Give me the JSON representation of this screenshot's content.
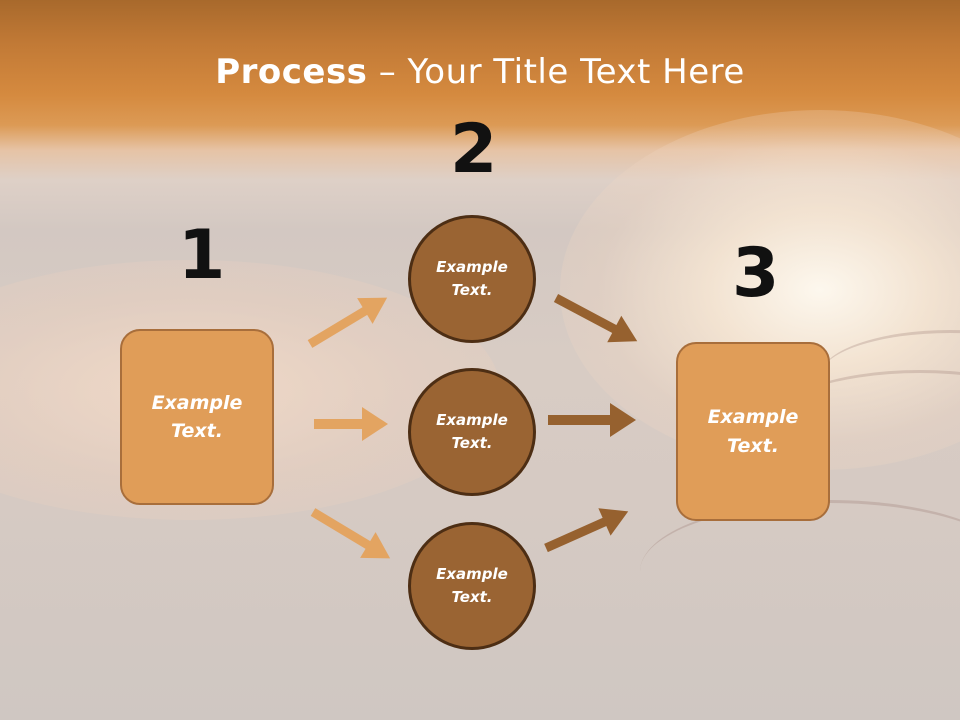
{
  "slide": {
    "title_bold": "Process",
    "title_rest": " – Your Title Text Here",
    "steps": [
      {
        "number": "1",
        "text": "Example Text."
      },
      {
        "number": "2",
        "text": "Example Text."
      },
      {
        "number": "3",
        "text": "Example Text."
      }
    ],
    "middle_nodes": [
      {
        "text": "Example Text."
      },
      {
        "text": "Example Text."
      },
      {
        "text": "Example Text."
      }
    ]
  },
  "colors": {
    "box_fill": "#e09d58",
    "box_border": "#a86e3b",
    "circle_fill": "#9a6433",
    "circle_border": "#4d2e14",
    "arrow_light": "#e3a461",
    "arrow_dark": "#96612f",
    "title_text": "#ffffff",
    "number_text": "#111111"
  }
}
